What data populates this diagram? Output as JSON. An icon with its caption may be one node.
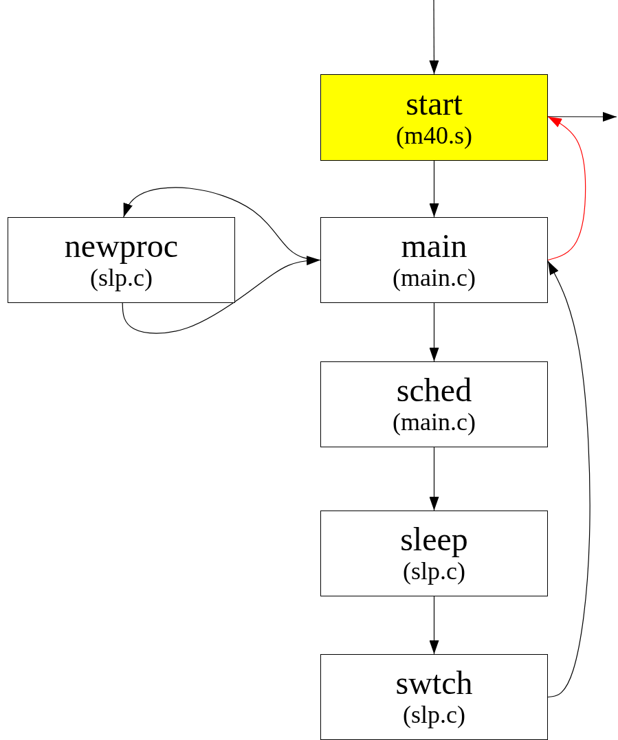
{
  "diagram": {
    "nodes": [
      {
        "text": [
          "start",
          "(m40.s)"
        ]
      },
      {
        "text": [
          "newproc",
          "(slp.c)"
        ]
      },
      {
        "text": [
          "main",
          "(main.c)"
        ]
      },
      {
        "text": [
          "sched",
          "(main.c)"
        ]
      },
      {
        "text": [
          "sleep",
          "(slp.c)"
        ]
      },
      {
        "text": [
          "swtch",
          "(slp.c)"
        ]
      }
    ],
    "edges": [
      {
        "from": null,
        "to": 0,
        "arrow": "to"
      },
      {
        "from": 0,
        "to": null,
        "arrow": "to"
      },
      {
        "from": 0,
        "to": 2,
        "arrow": "to"
      },
      {
        "from": 2,
        "to": 1,
        "arrow": "to"
      },
      {
        "from": 1,
        "to": 2,
        "arrow": "to"
      },
      {
        "from": 2,
        "to": 0,
        "arrow": "to",
        "color": "#ff0000"
      },
      {
        "from": 2,
        "to": 3,
        "arrow": "to"
      },
      {
        "from": 3,
        "to": 4,
        "arrow": "to"
      },
      {
        "from": 4,
        "to": 5,
        "arrow": "to"
      },
      {
        "from": 5,
        "to": 2,
        "arrow": "to"
      }
    ]
  }
}
